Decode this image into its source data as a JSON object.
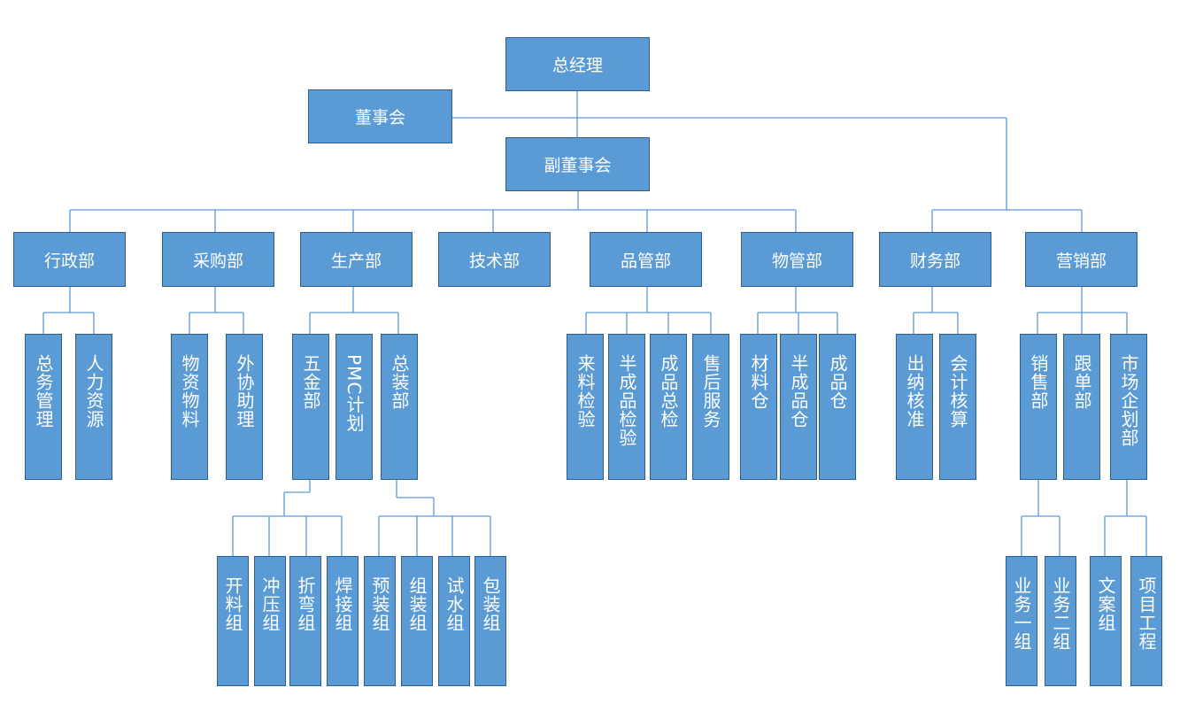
{
  "chart": {
    "colors": {
      "box_fill": "#5B9BD5",
      "box_border": "#2E5E8C",
      "connector": "#5B9BD5",
      "text": "#ffffff"
    },
    "nodes": {
      "gm": "总经理",
      "board": "董事会",
      "vice_board": "副董事会",
      "admin": "行政部",
      "purchasing": "采购部",
      "production": "生产部",
      "tech": "技术部",
      "qc": "品管部",
      "material": "物管部",
      "finance": "财务部",
      "marketing": "营销部",
      "admin_general": "总务管理",
      "admin_hr": "人力资源",
      "pur_materials": "物资物料",
      "pur_outsource": "外协助理",
      "prod_hardware": "五金部",
      "prod_pmc": "PMC计划",
      "prod_assembly": "总装部",
      "qc_incoming": "来料检验",
      "qc_semi": "半成品检验",
      "qc_final": "成品总检",
      "qc_aftersales": "售后服务",
      "mat_raw": "材料仓",
      "mat_semi": "半成品仓",
      "mat_finished": "成品仓",
      "fin_cashier": "出纳核准",
      "fin_accounting": "会计核算",
      "mkt_sales": "销售部",
      "mkt_followup": "跟单部",
      "mkt_planning": "市场企划部",
      "hw_cutting": "开料组",
      "hw_stamping": "冲压组",
      "hw_bending": "折弯组",
      "hw_welding": "焊接组",
      "asm_pre": "预装组",
      "asm_assembly": "组装组",
      "asm_test": "试水组",
      "asm_packing": "包装组",
      "sales_team1": "业务一组",
      "sales_team2": "业务二组",
      "plan_copy": "文案组",
      "plan_project": "项目工程"
    },
    "edges": [
      [
        "gm",
        "vice_board"
      ],
      [
        "board",
        "vice_board"
      ],
      [
        "board",
        "finance"
      ],
      [
        "board",
        "marketing"
      ],
      [
        "vice_board",
        "admin"
      ],
      [
        "vice_board",
        "purchasing"
      ],
      [
        "vice_board",
        "production"
      ],
      [
        "vice_board",
        "tech"
      ],
      [
        "vice_board",
        "qc"
      ],
      [
        "vice_board",
        "material"
      ],
      [
        "admin",
        "admin_general"
      ],
      [
        "admin",
        "admin_hr"
      ],
      [
        "purchasing",
        "pur_materials"
      ],
      [
        "purchasing",
        "pur_outsource"
      ],
      [
        "production",
        "prod_hardware"
      ],
      [
        "production",
        "prod_assembly"
      ],
      [
        "qc",
        "qc_incoming"
      ],
      [
        "qc",
        "qc_semi"
      ],
      [
        "qc",
        "qc_final"
      ],
      [
        "qc",
        "qc_aftersales"
      ],
      [
        "material",
        "mat_raw"
      ],
      [
        "material",
        "mat_semi"
      ],
      [
        "material",
        "mat_finished"
      ],
      [
        "finance",
        "fin_cashier"
      ],
      [
        "finance",
        "fin_accounting"
      ],
      [
        "marketing",
        "mkt_sales"
      ],
      [
        "marketing",
        "mkt_followup"
      ],
      [
        "marketing",
        "mkt_planning"
      ],
      [
        "prod_hardware",
        "hw_cutting"
      ],
      [
        "prod_hardware",
        "hw_stamping"
      ],
      [
        "prod_hardware",
        "hw_bending"
      ],
      [
        "prod_hardware",
        "hw_welding"
      ],
      [
        "prod_assembly",
        "asm_pre"
      ],
      [
        "prod_assembly",
        "asm_assembly"
      ],
      [
        "prod_assembly",
        "asm_test"
      ],
      [
        "prod_assembly",
        "asm_packing"
      ],
      [
        "mkt_sales",
        "sales_team1"
      ],
      [
        "mkt_sales",
        "sales_team2"
      ],
      [
        "mkt_planning",
        "plan_copy"
      ],
      [
        "mkt_planning",
        "plan_project"
      ]
    ]
  }
}
